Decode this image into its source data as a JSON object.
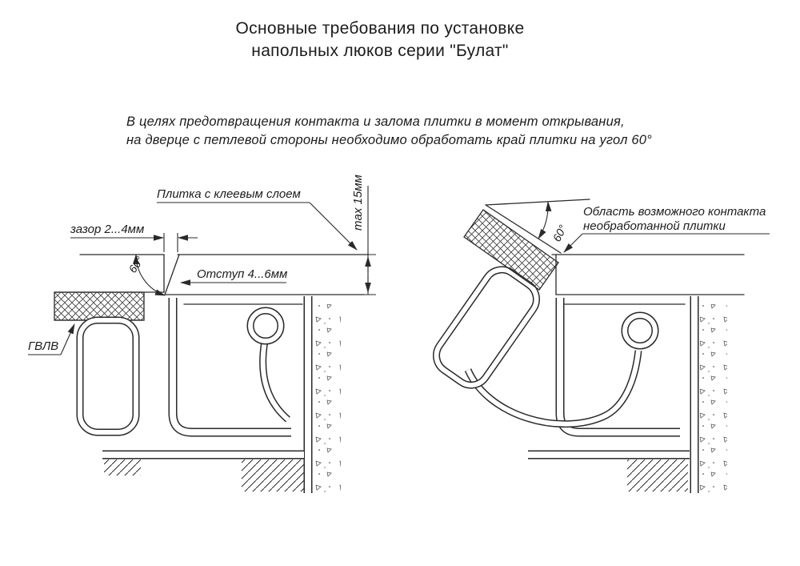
{
  "title": {
    "line1": "Основные требования по установке",
    "line2": "напольных люков серии \"Булат\""
  },
  "note": {
    "line1": "В целях предотвращения контакта и залома плитки в момент открывания,",
    "line2": "на дверце с петлевой стороны необходимо обработать край плитки на угол 60°"
  },
  "left_drawing": {
    "tile_label": "Плитка с клеевым слоем",
    "gap_label": "зазор 2...4мм",
    "angle_label": "60°",
    "offset_label": "Отступ 4...6мм",
    "max_label": "max 15мм",
    "gvl_label": "ГВЛВ"
  },
  "right_drawing": {
    "contact_line1": "Область возможного контакта",
    "contact_line2": "необработанной плитки",
    "angle_label": "60°"
  }
}
